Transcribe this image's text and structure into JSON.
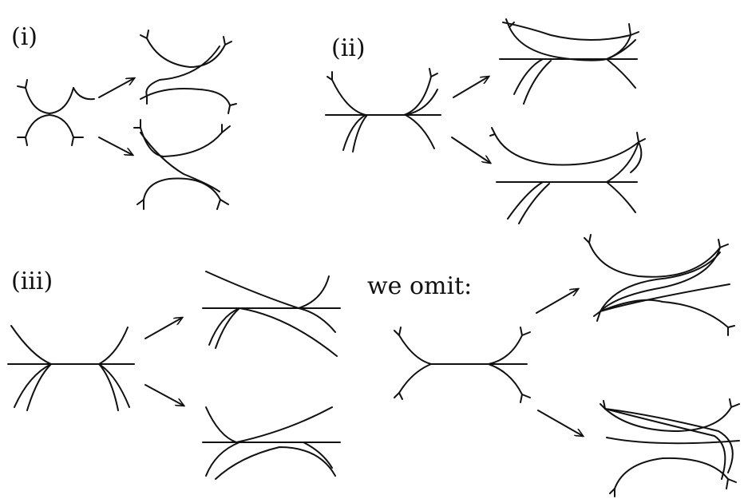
{
  "labels": {
    "panel_i": "(i)",
    "panel_ii": "(ii)",
    "panel_iii": "(iii)",
    "omitted": "we omit:"
  },
  "colors": {
    "ink": "#111111",
    "background": "#ffffff"
  }
}
